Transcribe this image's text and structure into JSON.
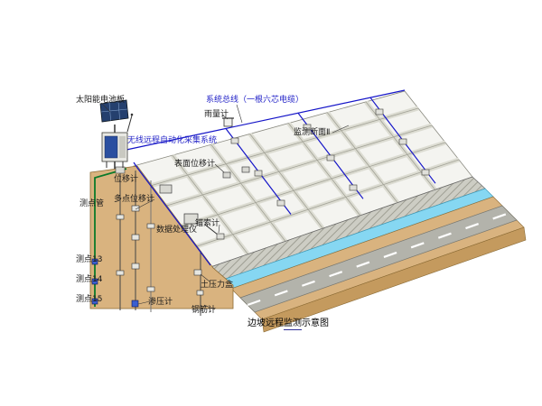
{
  "title": {
    "pre": "边坡远程",
    "underlined": "监测",
    "post": "示意图"
  },
  "labels": {
    "solar_panel": "太阳能电池板",
    "system_bus": "系统总线（一根六芯电缆）",
    "rain_gauge": "雨量计",
    "monitoring_section": "监测断面Ⅱ",
    "wireless_system": "无线远程自动化采集系统",
    "surface_displacement": "表面位移计",
    "displacement": "位移计",
    "measuring_tube": "测点管",
    "multipoint_displacement": "多点位移计",
    "data_processor": "数据处理仪",
    "anchor_meter": "锚索计",
    "point_13": "测点13",
    "point_14": "测点14",
    "point_15": "测点15",
    "seepage_meter": "渗压计",
    "earth_pressure_cell": "土压力盒",
    "rebar_meter": "钢筋计"
  },
  "colors": {
    "cable": "#1515c8",
    "label_blue": "#2424c8",
    "soil": "#d9b37f",
    "soil_front": "#c49a5e",
    "slope_face": "#f4f4f0",
    "water": "#86d7f2",
    "road": "#b3b3ab",
    "tube_green": "#0a7a2a"
  }
}
